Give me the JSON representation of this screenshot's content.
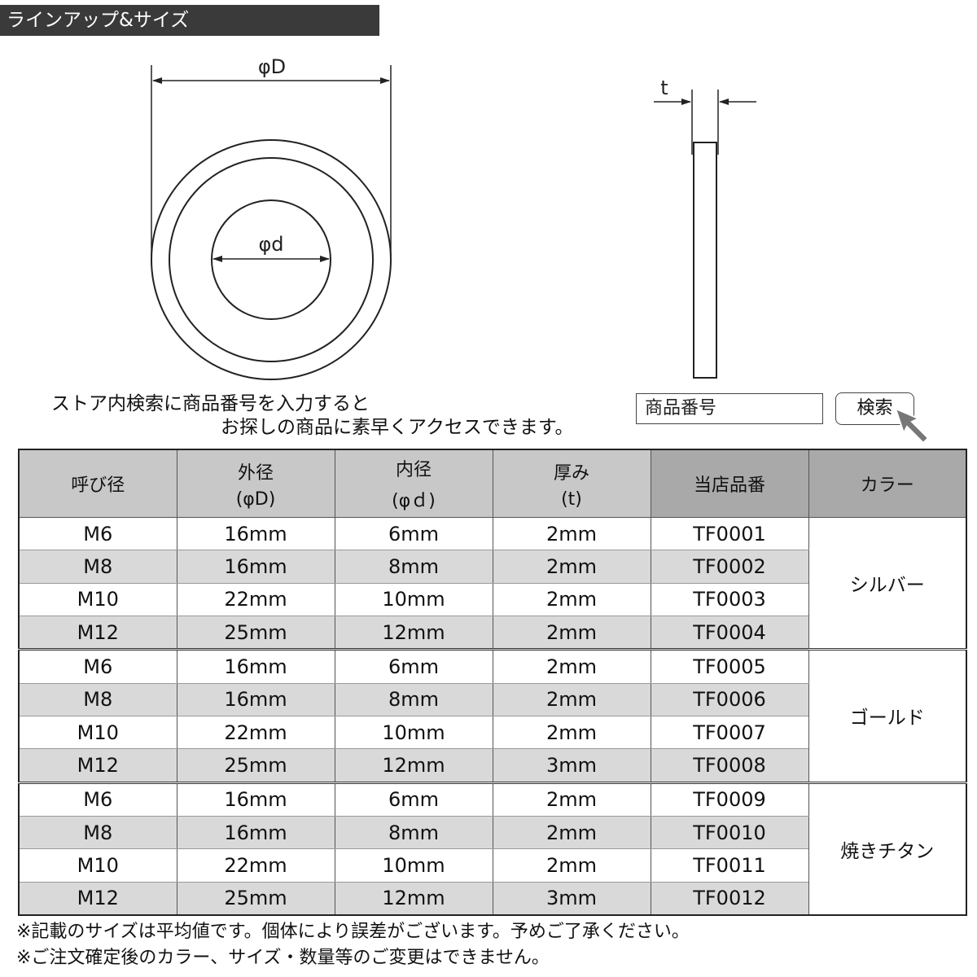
{
  "header": {
    "title": "ラインアップ&サイズ"
  },
  "diagram": {
    "outer_label": "φD",
    "inner_label": "φd",
    "thickness_label": "t"
  },
  "search": {
    "line1": "ストア内検索に商品番号を入力すると",
    "line2": "お探しの商品に素早くアクセスできます。",
    "input_value": "商品番号",
    "button_label": "検索"
  },
  "table": {
    "headers": [
      {
        "main": "呼び径",
        "sub": ""
      },
      {
        "main": "外径",
        "sub": "(φD)"
      },
      {
        "main": "内径",
        "sub": "(φｄ)"
      },
      {
        "main": "厚み",
        "sub": "(t)"
      },
      {
        "main": "当店品番",
        "sub": ""
      },
      {
        "main": "カラー",
        "sub": ""
      }
    ],
    "groups": [
      {
        "color": "シルバー",
        "rows": [
          [
            "M6",
            "16mm",
            "6mm",
            "2mm",
            "TF0001"
          ],
          [
            "M8",
            "16mm",
            "8mm",
            "2mm",
            "TF0002"
          ],
          [
            "M10",
            "22mm",
            "10mm",
            "2mm",
            "TF0003"
          ],
          [
            "M12",
            "25mm",
            "12mm",
            "2mm",
            "TF0004"
          ]
        ]
      },
      {
        "color": "ゴールド",
        "rows": [
          [
            "M6",
            "16mm",
            "6mm",
            "2mm",
            "TF0005"
          ],
          [
            "M8",
            "16mm",
            "8mm",
            "2mm",
            "TF0006"
          ],
          [
            "M10",
            "22mm",
            "10mm",
            "2mm",
            "TF0007"
          ],
          [
            "M12",
            "25mm",
            "12mm",
            "3mm",
            "TF0008"
          ]
        ]
      },
      {
        "color": "焼きチタン",
        "rows": [
          [
            "M6",
            "16mm",
            "6mm",
            "2mm",
            "TF0009"
          ],
          [
            "M8",
            "16mm",
            "8mm",
            "2mm",
            "TF0010"
          ],
          [
            "M10",
            "22mm",
            "10mm",
            "2mm",
            "TF0011"
          ],
          [
            "M12",
            "25mm",
            "12mm",
            "3mm",
            "TF0012"
          ]
        ]
      }
    ]
  },
  "notes": [
    "※記載のサイズは平均値です。個体により誤差がございます。予めご了承ください。",
    "※ご注文確定後のカラー、サイズ・数量等のご変更はできません。"
  ],
  "icons": {
    "cursor": "cursor-arrow-icon"
  }
}
